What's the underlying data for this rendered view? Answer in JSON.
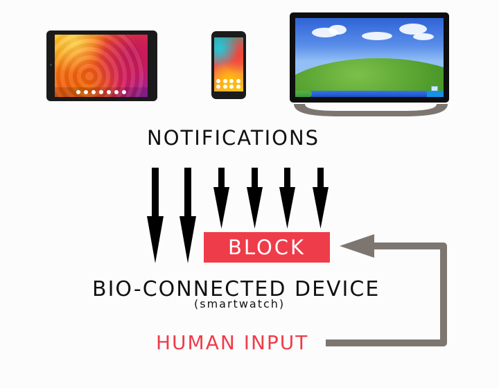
{
  "devices": {
    "tablet": {
      "icon": "tablet-icon"
    },
    "phone": {
      "icon": "smartphone-icon"
    },
    "desktop": {
      "icon": "desktop-monitor-icon"
    }
  },
  "labels": {
    "notifications": "NOTIFICATIONS",
    "block": "BLOCK",
    "device": "BIO-CONNECTED DEVICE",
    "device_sub": "(smartwatch)",
    "human_input": "HUMAN INPUT"
  },
  "colors": {
    "accent_red": "#ee3c4a",
    "arrow_black": "#000000",
    "feedback_arrow": "#7d7670",
    "text": "#111111"
  }
}
